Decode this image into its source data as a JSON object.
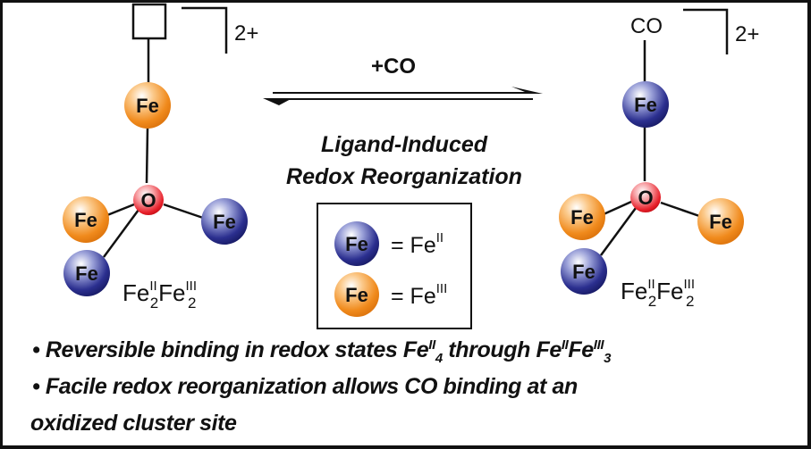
{
  "diagram": {
    "type": "reaction-scheme",
    "colors": {
      "fe2": "#2b2f8f",
      "fe3": "#f08a1c",
      "oxygen": "#e8202a",
      "frame": "#111111"
    },
    "left_complex": {
      "apical_ligand": "vacant-site",
      "charge": "2+",
      "apical_fe": {
        "label": "Fe",
        "state": "FeIII"
      },
      "central_atom": {
        "label": "O"
      },
      "basal_fe": [
        {
          "label": "Fe",
          "state": "FeIII"
        },
        {
          "label": "Fe",
          "state": "FeII"
        },
        {
          "label": "Fe",
          "state": "FeII"
        }
      ],
      "formula": {
        "base1": "Fe",
        "sup1": "II",
        "sub1": "2",
        "base2": "Fe",
        "sup2": "III",
        "sub2": "2"
      }
    },
    "right_complex": {
      "apical_ligand": "CO",
      "charge": "2+",
      "apical_fe": {
        "label": "Fe",
        "state": "FeII"
      },
      "central_atom": {
        "label": "O"
      },
      "basal_fe": [
        {
          "label": "Fe",
          "state": "FeIII"
        },
        {
          "label": "Fe",
          "state": "FeIII"
        },
        {
          "label": "Fe",
          "state": "FeII"
        }
      ],
      "formula": {
        "base1": "Fe",
        "sup1": "II",
        "sub1": "2",
        "base2": "Fe",
        "sup2": "III",
        "sub2": "2"
      }
    },
    "arrow": {
      "type": "equilibrium",
      "reagent": "+CO"
    },
    "caption_lines": [
      "Ligand-Induced",
      "Redox Reorganization"
    ],
    "legend": [
      {
        "label": "Fe",
        "equals": "= Fe",
        "sup": "II",
        "state": "FeII"
      },
      {
        "label": "Fe",
        "equals": "= Fe",
        "sup": "III",
        "state": "FeIII"
      }
    ],
    "bullets": [
      {
        "bullet": "•",
        "text1": "Reversible binding in redox states Fe",
        "sup1": "II",
        "sub1": "4",
        "text2": " through Fe",
        "sup2": "II",
        "text3": "Fe",
        "sup3": "III",
        "sub3": "3"
      },
      {
        "bullet": "•",
        "text": "Facile redox reorganization allows CO binding at an"
      },
      {
        "text": "oxidized cluster site"
      }
    ]
  }
}
